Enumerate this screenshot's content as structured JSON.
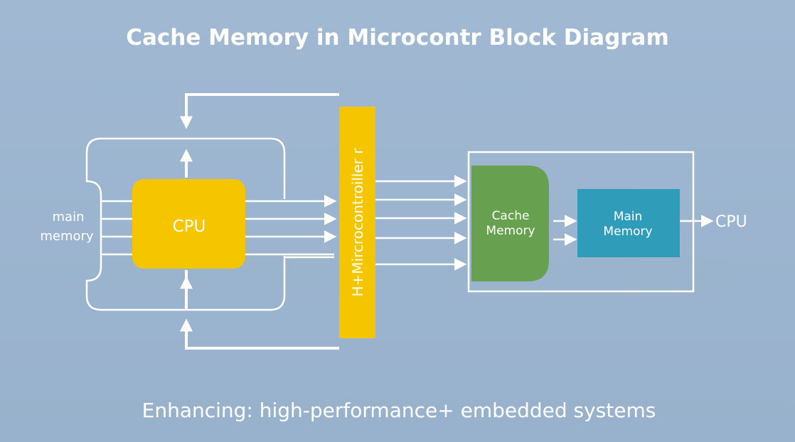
{
  "title": "Cache Memory in Microcontr  Block Diagram",
  "subtitle": "Enhancing: high-performance+ embedded systems",
  "colors": {
    "background": "#9bb4cf",
    "cpu_block": "#f5c500",
    "microcontroller_bar": "#f5c500",
    "cache_block": "#67a04f",
    "main_memory_block": "#2f9cba",
    "lines": "#ffffff"
  },
  "blocks": {
    "main_memory_left": {
      "line1": "main",
      "line2": "memory"
    },
    "cpu": {
      "label": "CPU"
    },
    "microcontroller": {
      "label": "H+Mircrocontroiller r"
    },
    "cache": {
      "line1": "Cache",
      "line2": "Memory"
    },
    "main_memory": {
      "line1": "Main",
      "line2": "Memory"
    },
    "cpu_output": {
      "label": "CPU"
    }
  }
}
